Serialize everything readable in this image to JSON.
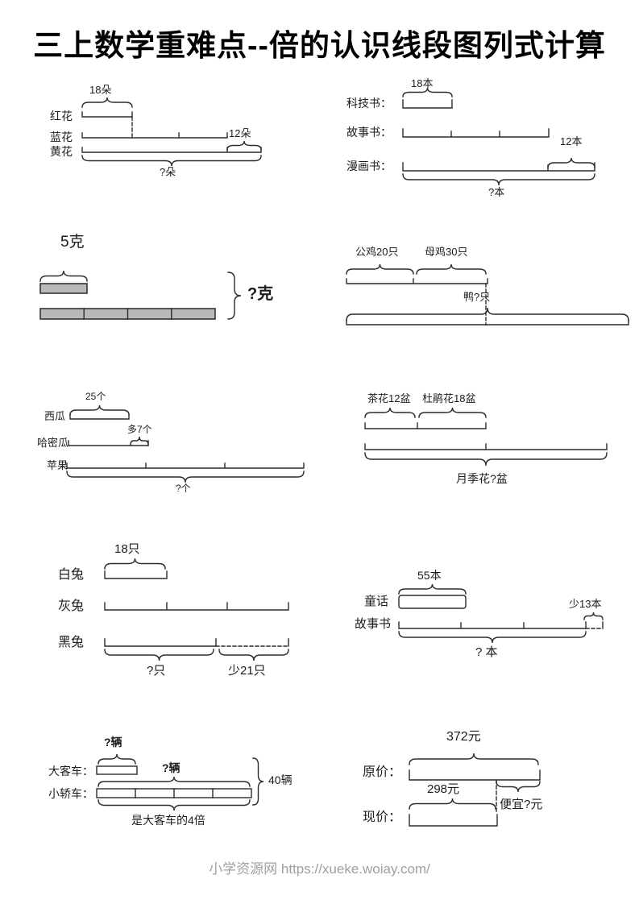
{
  "title": "三上数学重难点--倍的认识线段图列式计算",
  "footer": "小学资源网 https://xueke.woiay.com/",
  "flowers": {
    "row1": "红花",
    "row2": "蓝花",
    "row3": "黄花",
    "amount1": "18朵",
    "amount2": "12朵",
    "total": "?朵"
  },
  "books1": {
    "row1": "科技书：",
    "row2": "故事书：",
    "row3": "漫画书：",
    "amount1": "18本",
    "amount2": "12本",
    "total": "?本"
  },
  "grams": {
    "amount1": "5克",
    "total": "?克"
  },
  "poultry": {
    "group1": "公鸡20只",
    "group2": "母鸡30只",
    "duck": "鸭?只"
  },
  "melons": {
    "row1": "西瓜",
    "row2": "哈密瓜",
    "row3": "苹果",
    "amount1": "25个",
    "amount2": "多7个",
    "total": "?个"
  },
  "pots": {
    "group1": "茶花12盆",
    "group2": "杜鹃花18盆",
    "total": "月季花?盆"
  },
  "rabbits": {
    "row1": "白兔",
    "row2": "灰兔",
    "row3": "黑兔",
    "amount1": "18只",
    "part1": "?只",
    "part2": "少21只"
  },
  "books2": {
    "row1": "童话",
    "row2": "故事书",
    "amount1": "55本",
    "amount2": "少13本",
    "total": "? 本"
  },
  "cars": {
    "row1": "大客车：",
    "row2": "小轿车：",
    "amount1": "?辆",
    "amount2": "?辆",
    "total": "40辆",
    "note": "是大客车的4倍"
  },
  "prices": {
    "row1": "原价：",
    "row2": "现价：",
    "amount1": "372元",
    "amount2": "298元",
    "diff": "便宜?元"
  }
}
